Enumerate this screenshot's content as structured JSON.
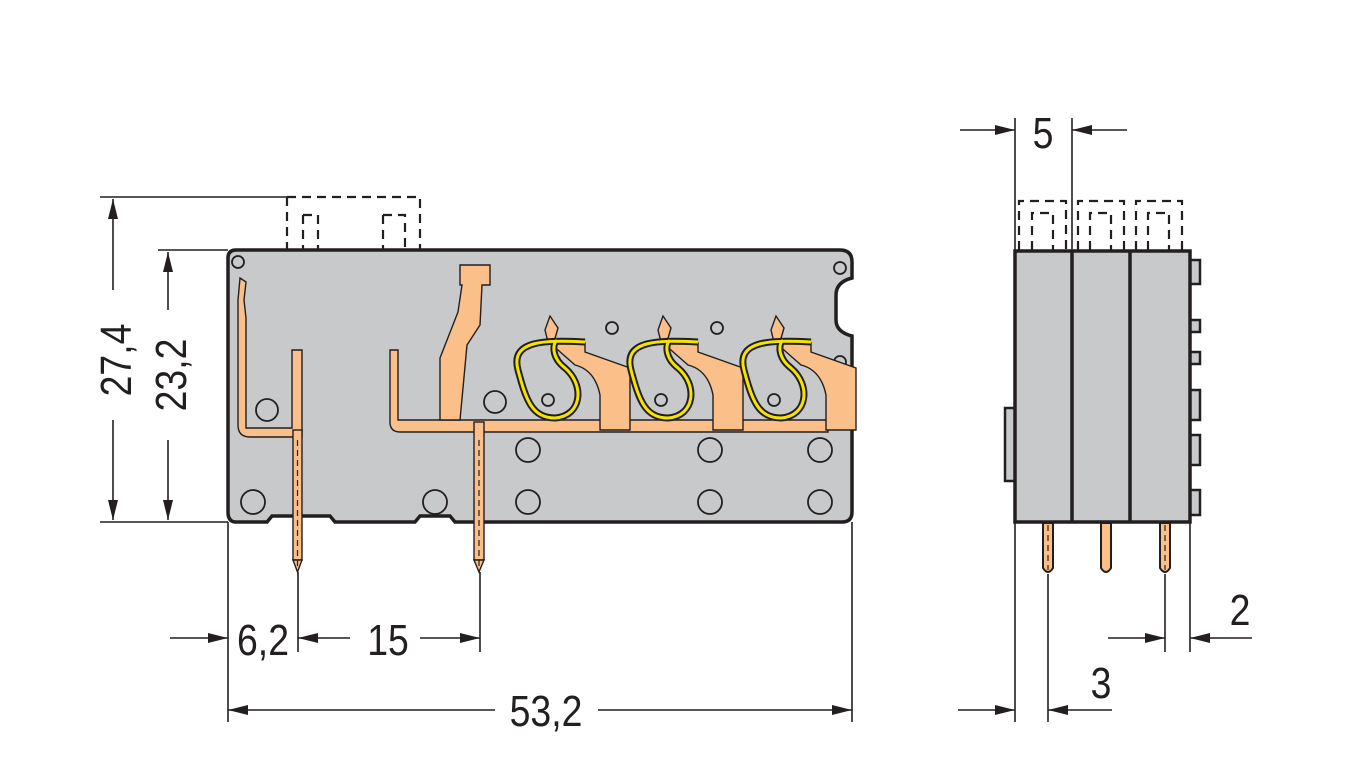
{
  "drawing": {
    "front_view": {
      "dimensions": {
        "overall_height": "27,4",
        "body_height": "23,2",
        "first_pin_offset": "6,2",
        "pin_pitch": "15",
        "overall_length": "53,2"
      }
    },
    "side_view": {
      "dimensions": {
        "pole_width": "5",
        "pin_offset": "3",
        "edge_offset": "2"
      }
    },
    "colors": {
      "housing": "#c8c9cb",
      "copper": "#fbbf8a",
      "spring": "#f5e400",
      "outline": "#231f20"
    }
  }
}
